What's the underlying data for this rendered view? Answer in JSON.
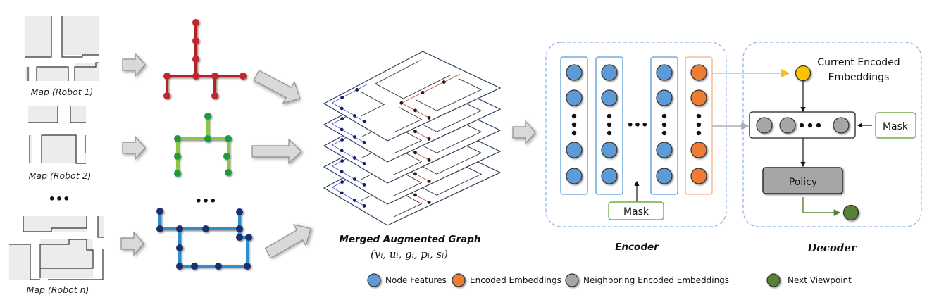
{
  "maps": [
    {
      "caption": "Map (Robot 1)"
    },
    {
      "caption": "Map (Robot 2)"
    },
    {
      "caption": "Map (Robot n)"
    }
  ],
  "ellipsis": "•••",
  "graphs": [
    {
      "name": "robot-1-graph",
      "color": "#c0272d",
      "edge_color": "#b22222"
    },
    {
      "name": "robot-2-graph",
      "color": "#1f9a3c",
      "edge_color": "#8cc63f"
    },
    {
      "name": "robot-n-graph",
      "color": "#1f2f6e",
      "edge_color": "#2a8fd0"
    }
  ],
  "merged": {
    "title": "Merged Augmented Graph",
    "formula": "(vᵢ, uᵢ, gᵢ, pᵢ, sᵢ)",
    "layers": 5
  },
  "encoder": {
    "title": "Encoder",
    "mask_label": "Mask",
    "columns": 3,
    "node_color": "#5b9bd5",
    "embed_color": "#ed7d31"
  },
  "decoder": {
    "title": "Decoder",
    "current_label_line1": "Current Encoded",
    "current_label_line2": "Embeddings",
    "mask_label": "Mask",
    "policy_label": "Policy",
    "current_color": "#ffc000",
    "neighbor_color": "#a6a6a6",
    "next_color": "#548235"
  },
  "legend": [
    {
      "label": "Node Features",
      "color": "#5b9bd5"
    },
    {
      "label": "Encoded Embeddings",
      "color": "#ed7d31"
    },
    {
      "label": "Neighboring Encoded Embeddings",
      "color": "#a6a6a6"
    },
    {
      "label": "Next Viewpoint",
      "color": "#548235"
    }
  ]
}
